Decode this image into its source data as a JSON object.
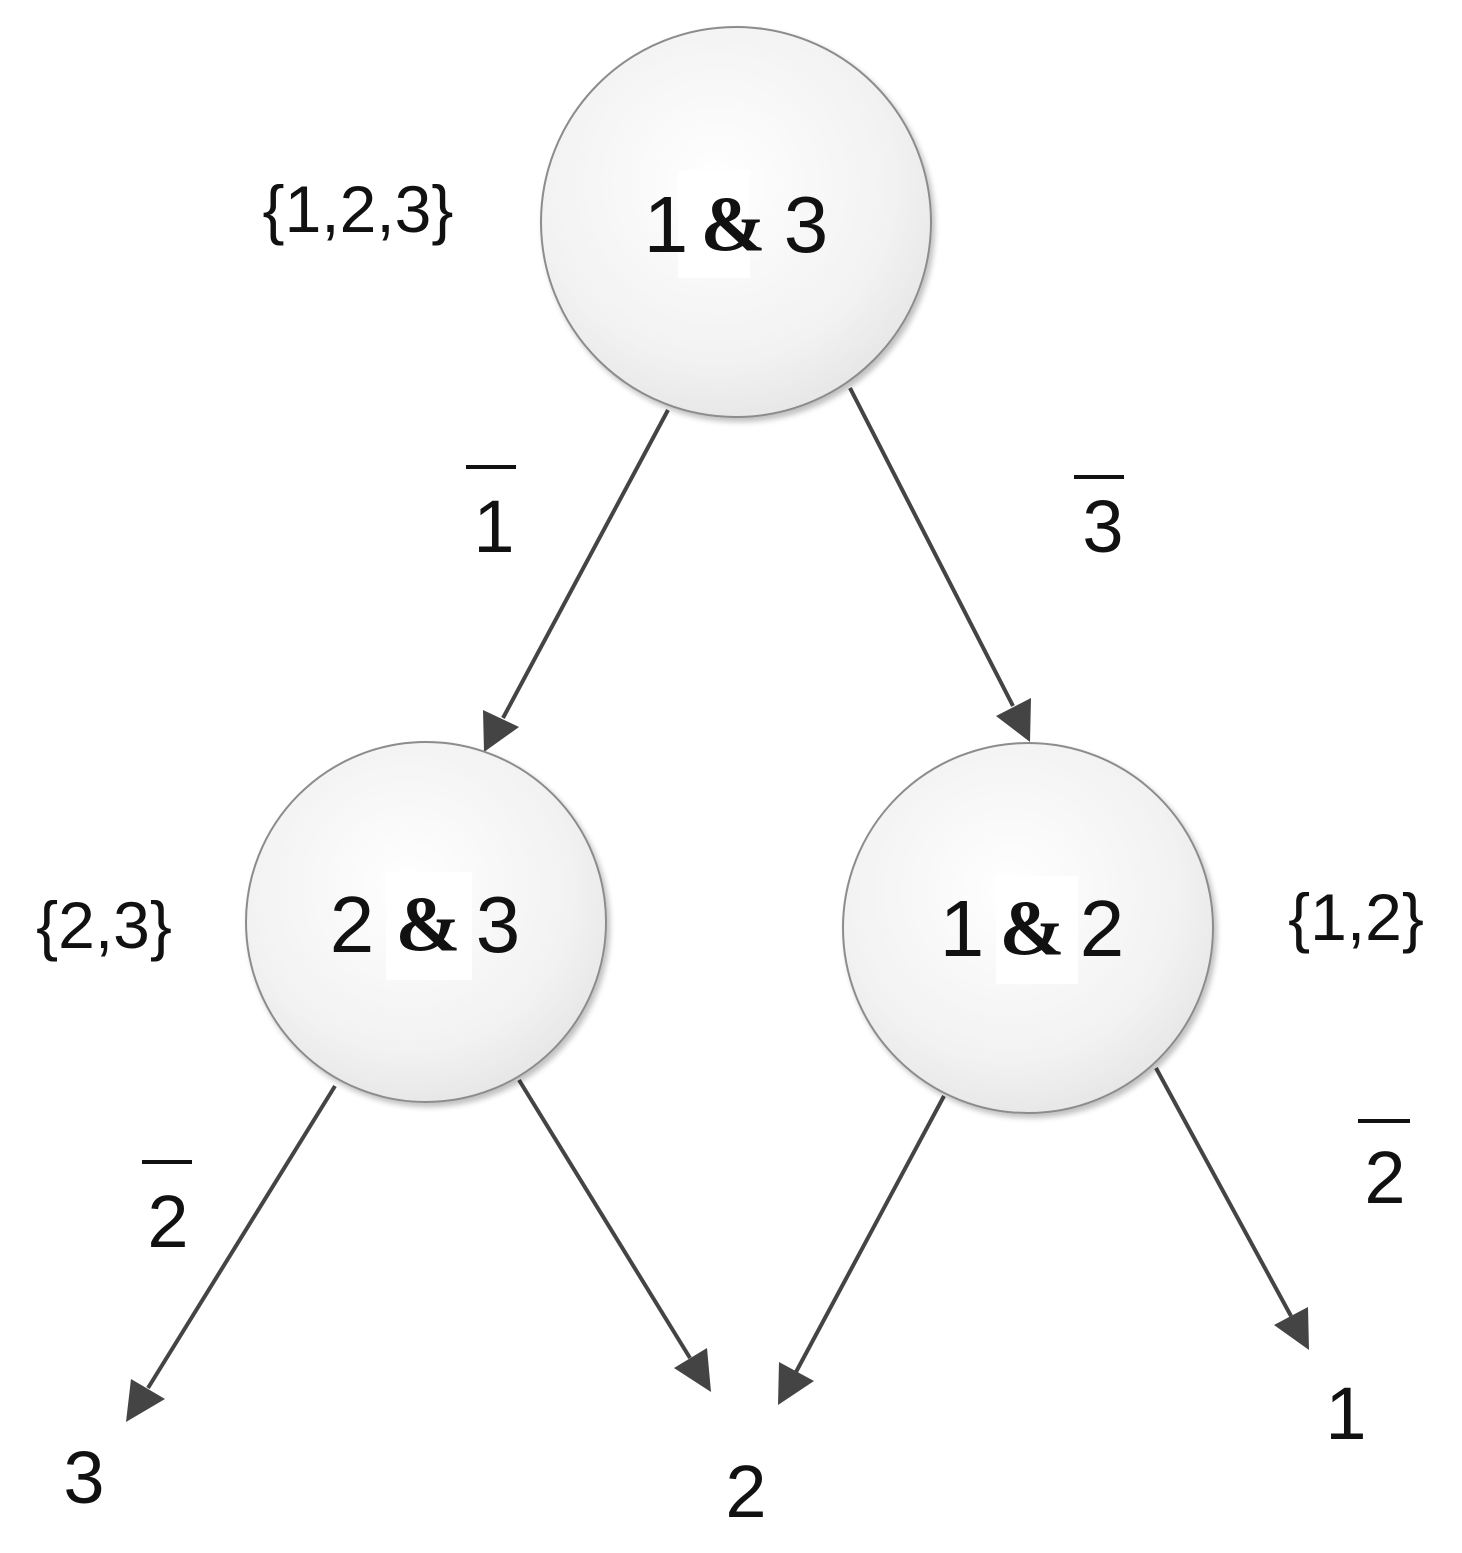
{
  "nodes": {
    "root": {
      "left": "1",
      "op": "&",
      "right": "3",
      "set": "{1,2,3}"
    },
    "left": {
      "left": "2",
      "op": "&",
      "right": "3",
      "set": "{2,3}"
    },
    "right": {
      "left": "1",
      "op": "&",
      "right": "2",
      "set": "{1,2}"
    }
  },
  "edges": {
    "root_to_left": {
      "label": "1",
      "negated": true
    },
    "root_to_right": {
      "label": "3",
      "negated": true
    },
    "left_to_leaf3": {
      "label": "2",
      "negated": true
    },
    "left_to_leaf2": {
      "label": "",
      "negated": false
    },
    "right_to_leaf2": {
      "label": "",
      "negated": false
    },
    "right_to_leaf1": {
      "label": "2",
      "negated": true
    }
  },
  "leaves": {
    "leaf3": "3",
    "leaf2": "2",
    "leaf1": "1"
  },
  "colors": {
    "node_fill_light": "#ffffff",
    "node_fill_dark": "#e6e6e6",
    "node_stroke": "#8c8c8c",
    "edge": "#444444",
    "text": "#111111"
  }
}
